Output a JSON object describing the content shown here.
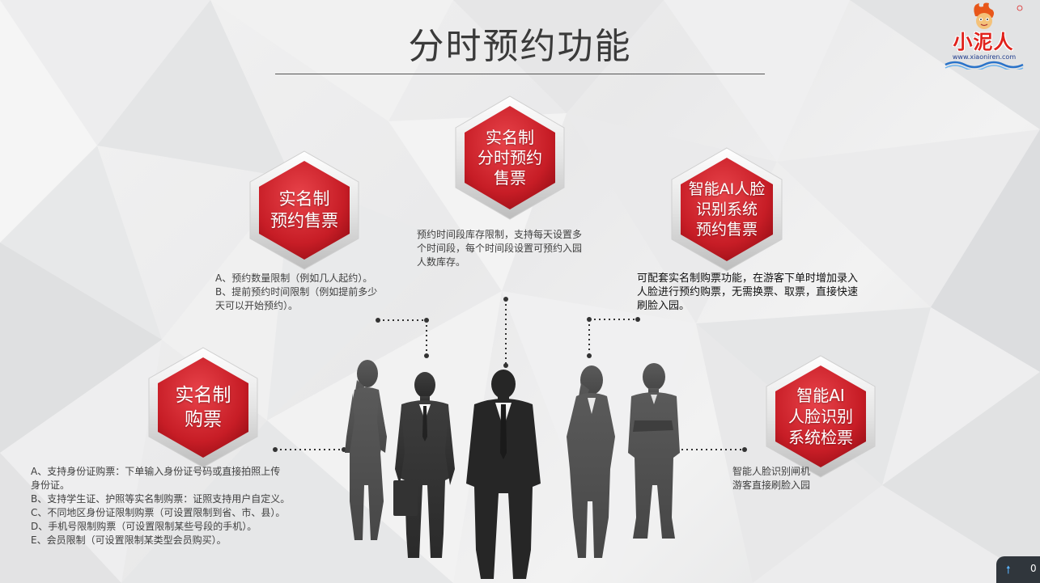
{
  "title": "分时预约功能",
  "logo": {
    "name": "小泥人",
    "url": "www.xiaoniren.com"
  },
  "colors": {
    "accent_red": "#d0232b",
    "title_text": "#3a3a3a"
  },
  "hexagons": [
    {
      "id": "real-name-reservation",
      "lines": [
        "实名制",
        "预约售票"
      ]
    },
    {
      "id": "real-name-timeslot",
      "lines": [
        "实名制",
        "分时预约",
        "售票"
      ]
    },
    {
      "id": "ai-face-reservation",
      "lines": [
        "智能AI人脸",
        "识别系统",
        "预约售票"
      ]
    },
    {
      "id": "real-name-purchase",
      "lines": [
        "实名制",
        "购票"
      ]
    },
    {
      "id": "ai-face-checkin",
      "lines": [
        "智能AI",
        "人脸识别",
        "系统检票"
      ]
    }
  ],
  "descriptions": {
    "reservation": [
      "A、预约数量限制（例如几人起约）。",
      "B、提前预约时间限制（例如提前多少",
      "天可以开始预约）。"
    ],
    "timeslot": [
      "预约时间段库存限制，支持每天设置多",
      "个时间段，每个时间段设置可预约入园",
      "人数库存。"
    ],
    "ai_face": [
      "可配套实名制购票功能，在游客下单时增加录入",
      "人脸进行预约购票，无需换票、取票，直接快速",
      "刷脸入园。"
    ],
    "purchase": [
      "A、支持身份证购票：下单输入身份证号码或直接拍照上传",
      "身份证。",
      "B、支持学生证、护照等实名制购票：证照支持用户自定义。",
      "C、不同地区身份证限制购票（可设置限制到省、市、县）。",
      "D、手机号限制购票（可设置限制某些号段的手机）。",
      "E、会员限制（可设置限制某类型会员购买）。"
    ],
    "checkin": [
      "智能人脸识别闸机",
      "游客直接刷脸入园"
    ]
  },
  "corner_badge": {
    "arrow_icon": "up-arrow-icon",
    "count": "0"
  }
}
